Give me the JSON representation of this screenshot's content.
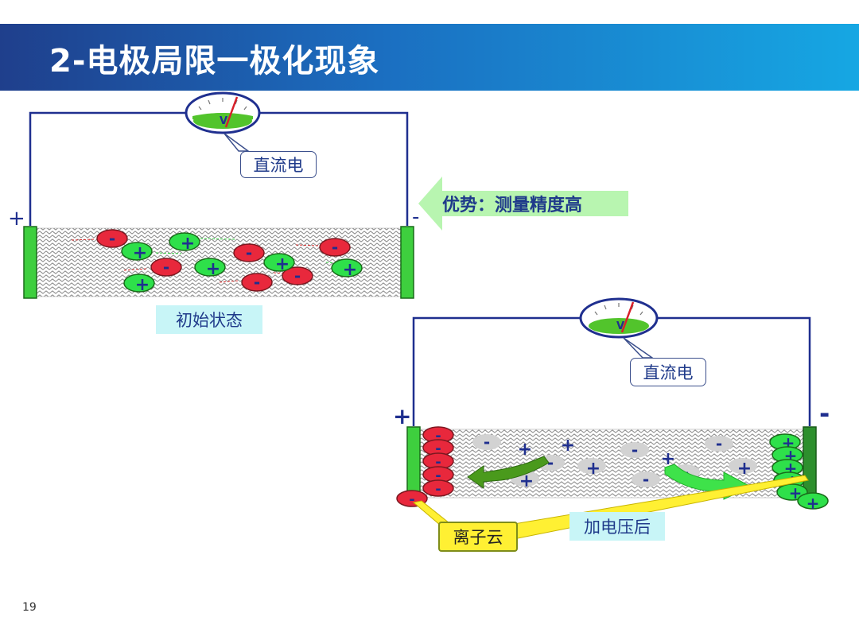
{
  "slide": {
    "title": "2-电极局限一极化现象",
    "page_number": "19"
  },
  "top_diagram": {
    "meter_callout": "直流电",
    "meter_symbol": "V",
    "advantage_text": "优势：测量精度高",
    "state_label": "初始状态",
    "plus_sign": "+",
    "minus_sign": "-",
    "ion_minus": "-",
    "ion_plus": "+"
  },
  "bottom_diagram": {
    "meter_callout": "直流电",
    "meter_symbol": "V",
    "ion_cloud_label": "离子云",
    "after_voltage_label": "加电压后",
    "plus_sign": "+",
    "minus_sign": "-"
  },
  "colors": {
    "red_ion": "#e8283c",
    "green_ion": "#2ee04a",
    "grey_ion": "#d2d2d2",
    "wire": "#1f2f8f",
    "electrode": "#3ecf3e",
    "arrow_light_green": "#b8f5b0"
  }
}
